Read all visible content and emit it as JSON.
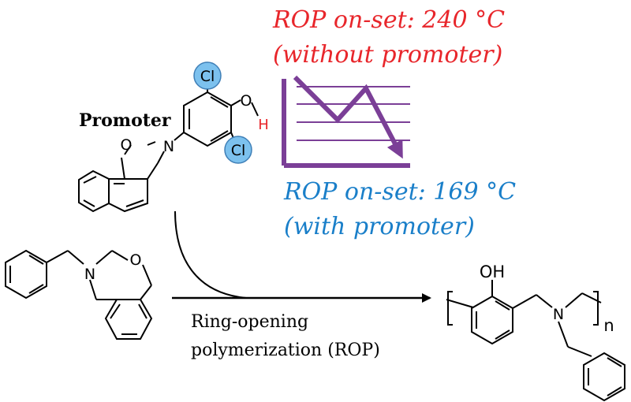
{
  "header": {
    "without_title": "ROP on-set: 240 °C",
    "without_note": "(without promoter)",
    "with_title": "ROP on-set: 169 °C",
    "with_note": "(with promoter)"
  },
  "promoter_label": "Promoter",
  "reaction": {
    "label_line1": "Ring-opening",
    "label_line2": "polymerization (ROP)"
  },
  "atoms": {
    "cl": "Cl",
    "o": "O",
    "h": "H",
    "n": "N",
    "oh": "OH",
    "n_sub": "n"
  },
  "colors": {
    "red": "#e8262b",
    "blue": "#1a7fc9",
    "purple": "#7b3f97",
    "chlorine_highlight": "#7cc1ee"
  }
}
